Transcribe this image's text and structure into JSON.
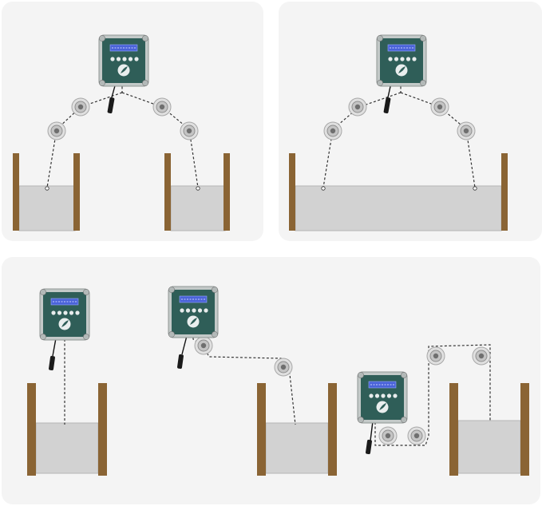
{
  "title": "",
  "panels": [
    {
      "id": "panel-a",
      "layout": "one-controller-two-doors"
    },
    {
      "id": "panel-b",
      "layout": "one-controller-one-wide-door"
    },
    {
      "id": "panel-c",
      "layout": "three-single-door-setups"
    }
  ],
  "colors": {
    "panel_bg": "#f4f4f4",
    "box_green": "#2f5e58",
    "box_frame": "#bfc5c4",
    "screen": "#4a63d8",
    "wood": "#8a6434",
    "door": "#d2d2d2",
    "cable": "#333333",
    "pulley": "#c9c9c9"
  },
  "icons": [
    "controller-box-icon",
    "pulley-icon",
    "door-icon",
    "sensor-cable-icon",
    "leaf-logo-icon"
  ]
}
